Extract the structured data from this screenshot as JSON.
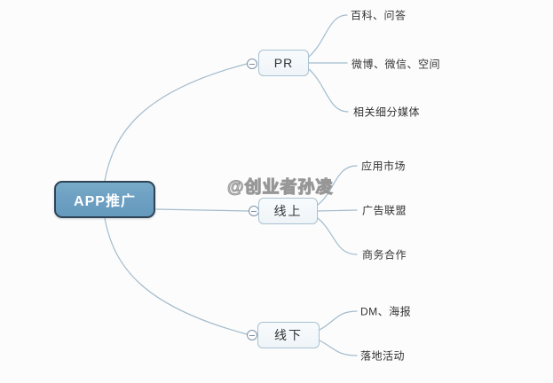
{
  "watermark": {
    "text": "@创业者孙凌"
  },
  "root": {
    "label": "APP推广"
  },
  "branches": [
    {
      "label": "PR",
      "collapse_icon": "minus-circle",
      "children": [
        {
          "label": "百科、问答"
        },
        {
          "label": "微博、微信、空间"
        },
        {
          "label": "相关细分媒体"
        }
      ]
    },
    {
      "label": "线上",
      "collapse_icon": "minus-circle",
      "children": [
        {
          "label": "应用市场"
        },
        {
          "label": "广告联盟"
        },
        {
          "label": "商务合作"
        }
      ]
    },
    {
      "label": "线下",
      "collapse_icon": "minus-circle",
      "children": [
        {
          "label": "DM、海报"
        },
        {
          "label": "落地活动"
        }
      ]
    }
  ],
  "colors": {
    "background": "#FCFCFC",
    "root_fill": "#6EA0C3",
    "root_border": "#2F4456",
    "root_text": "#FFFFFF",
    "node_fill": "#F2F6F9",
    "node_border": "#A8C2D2",
    "connector": "#A3BCCD",
    "leaf_text": "#333333",
    "watermark_text": "#979797"
  }
}
